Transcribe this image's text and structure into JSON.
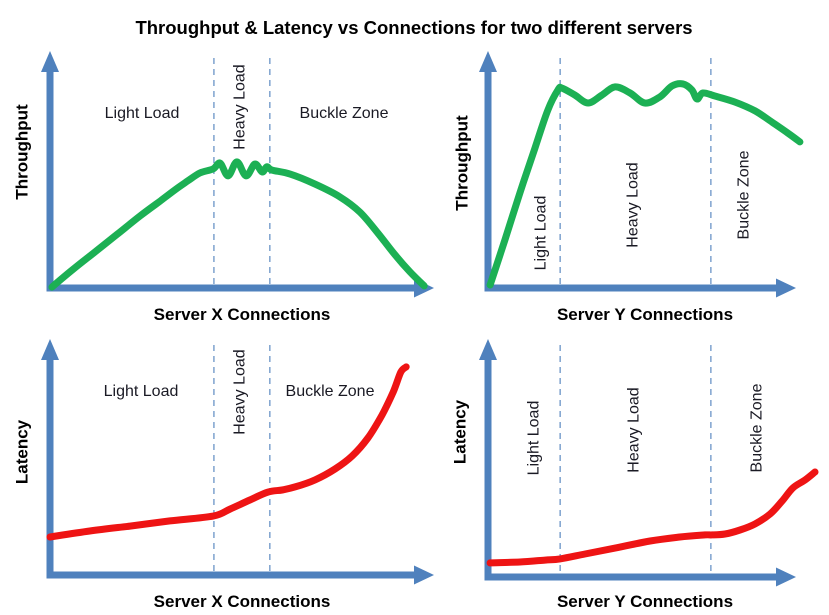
{
  "title": "Throughput  & Latency vs Connections for two different servers",
  "colors": {
    "axis_blue": "#4f81bd",
    "divider_blue": "#4f81bd",
    "throughput_green": "#1cb054",
    "latency_red": "#ee1414",
    "title_text": "#000000",
    "zone_text": "#1a1a24"
  },
  "chart_data": [
    {
      "type": "line",
      "position": "top-left",
      "xlabel": "Server X Connections",
      "ylabel": "Throughput",
      "axis_ticks": "none (conceptual axes with arrowheads)",
      "zones": [
        {
          "label": "Light Load"
        },
        {
          "label": "Heavy Load"
        },
        {
          "label": "Buckle Zone"
        }
      ],
      "zone_boundaries_pct": [
        42.8,
        57.4
      ],
      "series": [
        {
          "name": "Throughput",
          "color": "#1cb054",
          "points_pct": [
            [
              0.5,
              0.4
            ],
            [
              6,
              8
            ],
            [
              11.7,
              15.4
            ],
            [
              17.5,
              23
            ],
            [
              23.5,
              30.9
            ],
            [
              28.5,
              37
            ],
            [
              32.6,
              42.1
            ],
            [
              36,
              46
            ],
            [
              39.2,
              49.4
            ],
            [
              42.6,
              51.1
            ],
            [
              44.4,
              53.6
            ],
            [
              46.5,
              48.1
            ],
            [
              48.8,
              54.1
            ],
            [
              51.2,
              48.1
            ],
            [
              53.5,
              53.2
            ],
            [
              55.4,
              49.8
            ],
            [
              56.6,
              52
            ],
            [
              58,
              50.6
            ],
            [
              62.7,
              48.9
            ],
            [
              69.2,
              44.6
            ],
            [
              75.7,
              39.1
            ],
            [
              80.9,
              32.6
            ],
            [
              85.6,
              23.6
            ],
            [
              90.1,
              14.2
            ],
            [
              94,
              6.9
            ],
            [
              97.7,
              0.9
            ]
          ]
        }
      ]
    },
    {
      "type": "line",
      "position": "top-right",
      "xlabel": "Server Y Connections",
      "ylabel": "Throughput",
      "axis_ticks": "none (conceptual axes with arrowheads)",
      "zones": [
        {
          "label": "Light Load"
        },
        {
          "label": "Heavy Load"
        },
        {
          "label": "Buckle Zone"
        }
      ],
      "zone_boundaries_pct": [
        23.5,
        72.6
      ],
      "series": [
        {
          "name": "Throughput",
          "color": "#1cb054",
          "points_pct": [
            [
              0.7,
              1.3
            ],
            [
              5.5,
              20.6
            ],
            [
              10.4,
              40.8
            ],
            [
              15.3,
              60.1
            ],
            [
              19.5,
              76.4
            ],
            [
              22.8,
              85
            ],
            [
              24.1,
              85.8
            ],
            [
              28.3,
              82.8
            ],
            [
              32.6,
              79.4
            ],
            [
              37.1,
              82.8
            ],
            [
              41.4,
              86.3
            ],
            [
              46.3,
              83.7
            ],
            [
              51.1,
              79.4
            ],
            [
              56,
              82
            ],
            [
              59.9,
              86.7
            ],
            [
              63.5,
              87.6
            ],
            [
              66.4,
              85
            ],
            [
              68.1,
              81.1
            ],
            [
              70,
              83.7
            ],
            [
              73.9,
              82.4
            ],
            [
              80.5,
              79.8
            ],
            [
              87,
              76
            ],
            [
              92.5,
              71.2
            ],
            [
              97.7,
              66.5
            ],
            [
              101.6,
              62.7
            ]
          ]
        }
      ]
    },
    {
      "type": "line",
      "position": "bottom-left",
      "xlabel": "Server X Connections",
      "ylabel": "Latency",
      "axis_ticks": "none (conceptual axes with arrowheads)",
      "zones": [
        {
          "label": "Light Load"
        },
        {
          "label": "Heavy Load"
        },
        {
          "label": "Buckle Zone"
        }
      ],
      "zone_boundaries_pct": [
        42.8,
        57.4
      ],
      "series": [
        {
          "name": "Latency",
          "color": "#ee1414",
          "points_pct": [
            [
              0,
              16.3
            ],
            [
              10.4,
              18.9
            ],
            [
              20.9,
              21
            ],
            [
              31.3,
              23.2
            ],
            [
              42.6,
              25.3
            ],
            [
              47,
              28.3
            ],
            [
              52.2,
              32.2
            ],
            [
              56.9,
              35.6
            ],
            [
              60.6,
              36.5
            ],
            [
              64,
              37.8
            ],
            [
              69.2,
              40.8
            ],
            [
              74.4,
              45.5
            ],
            [
              78.9,
              51.1
            ],
            [
              83,
              58.8
            ],
            [
              86.7,
              68.7
            ],
            [
              89.6,
              78.5
            ],
            [
              91.6,
              87.1
            ],
            [
              93,
              89.3
            ]
          ]
        }
      ]
    },
    {
      "type": "line",
      "position": "bottom-right",
      "xlabel": "Server Y Connections",
      "ylabel": "Latency",
      "axis_ticks": "none (conceptual axes with arrowheads)",
      "zones": [
        {
          "label": "Light Load"
        },
        {
          "label": "Heavy Load"
        },
        {
          "label": "Buckle Zone"
        }
      ],
      "zone_boundaries_pct": [
        23.5,
        72.6
      ],
      "series": [
        {
          "name": "Latency",
          "color": "#ee1414",
          "points_pct": [
            [
              0.7,
              6
            ],
            [
              10.4,
              6.4
            ],
            [
              18.6,
              7.2
            ],
            [
              23.5,
              7.7
            ],
            [
              31.6,
              9.8
            ],
            [
              41.4,
              12.3
            ],
            [
              52.8,
              15.3
            ],
            [
              62.5,
              17
            ],
            [
              70.7,
              17.9
            ],
            [
              73,
              17.9
            ],
            [
              77.2,
              18.3
            ],
            [
              82.1,
              20
            ],
            [
              87,
              22.6
            ],
            [
              91.9,
              26.8
            ],
            [
              95.8,
              32.3
            ],
            [
              99.3,
              37.9
            ],
            [
              103.3,
              41.3
            ],
            [
              106.5,
              44.7
            ]
          ]
        }
      ]
    }
  ]
}
